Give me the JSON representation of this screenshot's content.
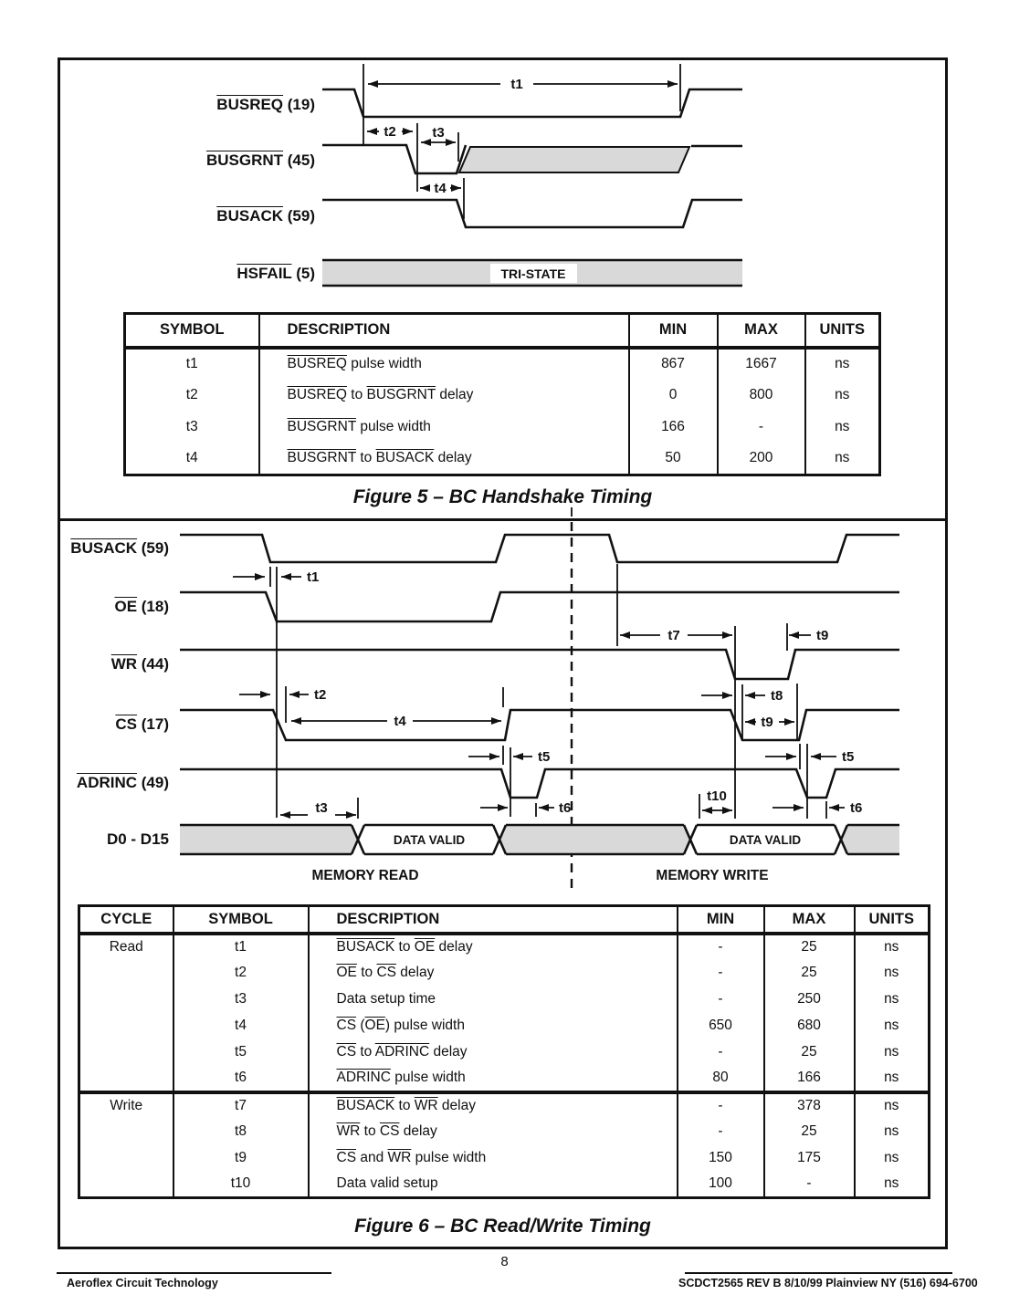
{
  "colors": {
    "ink": "#111111",
    "shade": "#d9d9d9"
  },
  "figure5": {
    "caption": "Figure 5 – BC Handshake Timing",
    "signals": [
      {
        "seg": [
          {
            "t": "BUSREQ",
            "ov": true
          },
          {
            "t": " (19)"
          }
        ]
      },
      {
        "seg": [
          {
            "t": "BUSGRNT",
            "ov": true
          },
          {
            "t": " (45)"
          }
        ]
      },
      {
        "seg": [
          {
            "t": "BUSACK",
            "ov": true
          },
          {
            "t": " (59)"
          }
        ]
      },
      {
        "seg": [
          {
            "t": "HSFAIL",
            "ov": true
          },
          {
            "t": " (5)"
          }
        ]
      }
    ],
    "tristate": "TRI-STATE",
    "ann": {
      "t1": "t1",
      "t2": "t2",
      "t3": "t3",
      "t4": "t4"
    },
    "table": {
      "headers": [
        "SYMBOL",
        "DESCRIPTION",
        "MIN",
        "MAX",
        "UNITS"
      ],
      "rows": [
        {
          "symbol": "t1",
          "desc": [
            {
              "t": "BUSREQ",
              "ov": true
            },
            {
              "t": " pulse width"
            }
          ],
          "min": "867",
          "max": "1667",
          "units": "ns"
        },
        {
          "symbol": "t2",
          "desc": [
            {
              "t": "BUSREQ",
              "ov": true
            },
            {
              "t": " to "
            },
            {
              "t": "BUSGRNT",
              "ov": true
            },
            {
              "t": " delay"
            }
          ],
          "min": "0",
          "max": "800",
          "units": "ns"
        },
        {
          "symbol": "t3",
          "desc": [
            {
              "t": "BUSGRNT",
              "ov": true
            },
            {
              "t": " pulse width"
            }
          ],
          "min": "166",
          "max": "-",
          "units": "ns"
        },
        {
          "symbol": "t4",
          "desc": [
            {
              "t": "BUSGRNT",
              "ov": true
            },
            {
              "t": " to "
            },
            {
              "t": "BUSACK",
              "ov": true
            },
            {
              "t": " delay"
            }
          ],
          "min": "50",
          "max": "200",
          "units": "ns"
        }
      ]
    }
  },
  "figure6": {
    "caption": "Figure 6 – BC Read/Write Timing",
    "signals": [
      {
        "seg": [
          {
            "t": "BUSACK",
            "ov": true
          },
          {
            "t": " (59)"
          }
        ]
      },
      {
        "seg": [
          {
            "t": "OE",
            "ov": true
          },
          {
            "t": " (18)"
          }
        ]
      },
      {
        "seg": [
          {
            "t": "WR",
            "ov": true
          },
          {
            "t": " (44)"
          }
        ]
      },
      {
        "seg": [
          {
            "t": "CS",
            "ov": true
          },
          {
            "t": " (17)"
          }
        ]
      },
      {
        "seg": [
          {
            "t": "ADRINC",
            "ov": true
          },
          {
            "t": " (49)"
          }
        ]
      },
      {
        "seg": [
          {
            "t": "D0 - D15"
          }
        ]
      }
    ],
    "ann": {
      "t1": "t1",
      "t2": "t2",
      "t3": "t3",
      "t4": "t4",
      "t5": "t5",
      "t6": "t6",
      "t7": "t7",
      "t8": "t8",
      "t9": "t9",
      "t10": "t10"
    },
    "data_valid": "DATA VALID",
    "memory_read": "MEMORY READ",
    "memory_write": "MEMORY WRITE",
    "table": {
      "headers": [
        "CYCLE",
        "SYMBOL",
        "DESCRIPTION",
        "MIN",
        "MAX",
        "UNITS"
      ],
      "rows": [
        {
          "cycle": "Read",
          "symbol": "t1",
          "desc": [
            {
              "t": "BUSACK",
              "ov": true
            },
            {
              "t": " to "
            },
            {
              "t": "OE",
              "ov": true
            },
            {
              "t": " delay"
            }
          ],
          "min": "-",
          "max": "25",
          "units": "ns"
        },
        {
          "cycle": "",
          "symbol": "t2",
          "desc": [
            {
              "t": "OE",
              "ov": true
            },
            {
              "t": " to "
            },
            {
              "t": "CS",
              "ov": true
            },
            {
              "t": " delay"
            }
          ],
          "min": "-",
          "max": "25",
          "units": "ns"
        },
        {
          "cycle": "",
          "symbol": "t3",
          "desc": [
            {
              "t": "Data setup time"
            }
          ],
          "min": "-",
          "max": "250",
          "units": "ns"
        },
        {
          "cycle": "",
          "symbol": "t4",
          "desc": [
            {
              "t": "CS",
              "ov": true
            },
            {
              "t": " ("
            },
            {
              "t": "OE",
              "ov": true
            },
            {
              "t": ") pulse width"
            }
          ],
          "min": "650",
          "max": "680",
          "units": "ns"
        },
        {
          "cycle": "",
          "symbol": "t5",
          "desc": [
            {
              "t": "CS",
              "ov": true
            },
            {
              "t": " to "
            },
            {
              "t": "ADRINC",
              "ov": true
            },
            {
              "t": " delay"
            }
          ],
          "min": "-",
          "max": "25",
          "units": "ns"
        },
        {
          "cycle": "",
          "symbol": "t6",
          "desc": [
            {
              "t": "ADRINC",
              "ov": true
            },
            {
              "t": " pulse width"
            }
          ],
          "min": "80",
          "max": "166",
          "units": "ns"
        },
        {
          "cycle": "Write",
          "symbol": "t7",
          "desc": [
            {
              "t": "BUSACK",
              "ov": true
            },
            {
              "t": " to "
            },
            {
              "t": "WR",
              "ov": true
            },
            {
              "t": " delay"
            }
          ],
          "min": "-",
          "max": "378",
          "units": "ns"
        },
        {
          "cycle": "",
          "symbol": "t8",
          "desc": [
            {
              "t": "WR",
              "ov": true
            },
            {
              "t": " to "
            },
            {
              "t": "CS",
              "ov": true
            },
            {
              "t": " delay"
            }
          ],
          "min": "-",
          "max": "25",
          "units": "ns"
        },
        {
          "cycle": "",
          "symbol": "t9",
          "desc": [
            {
              "t": "CS",
              "ov": true
            },
            {
              "t": " and "
            },
            {
              "t": "WR",
              "ov": true
            },
            {
              "t": " pulse width"
            }
          ],
          "min": "150",
          "max": "175",
          "units": "ns"
        },
        {
          "cycle": "",
          "symbol": "t10",
          "desc": [
            {
              "t": "Data valid setup"
            }
          ],
          "min": "100",
          "max": "-",
          "units": "ns"
        }
      ]
    }
  },
  "footer": {
    "company": "Aeroflex Circuit Technology",
    "page": "8",
    "doc_ref": "SCDCT2565 REV B  8/10/99  Plainview NY (516) 694-6700"
  }
}
